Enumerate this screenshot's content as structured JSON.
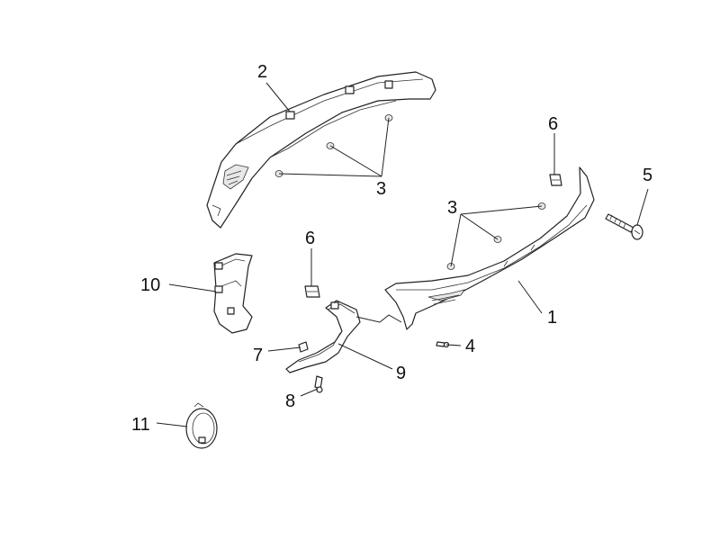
{
  "callouts": {
    "part_1": "1",
    "part_2": "2",
    "part_3_upper": "3",
    "part_3_right": "3",
    "part_4": "4",
    "part_5": "5",
    "part_6_right": "6",
    "part_6_center": "6",
    "part_7": "7",
    "part_8": "8",
    "part_9": "9",
    "part_10": "10",
    "part_11": "11"
  }
}
